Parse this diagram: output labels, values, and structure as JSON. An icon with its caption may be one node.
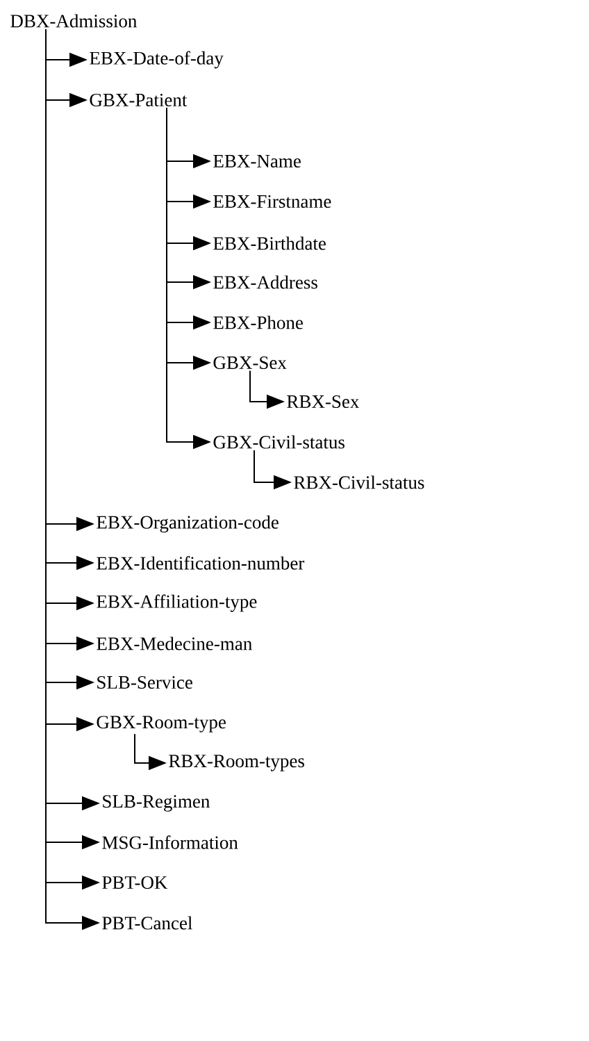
{
  "diagram": {
    "nodes": [
      {
        "text": [
          "DBX-Admission"
        ]
      },
      {
        "text": [
          "EBX-Date-of-day"
        ]
      },
      {
        "text": [
          "GBX-Patient"
        ]
      },
      {
        "text": [
          "EBX-Name"
        ]
      },
      {
        "text": [
          "EBX-Firstname"
        ]
      },
      {
        "text": [
          "EBX-Birthdate"
        ]
      },
      {
        "text": [
          "EBX-Address"
        ]
      },
      {
        "text": [
          "EBX-Phone"
        ]
      },
      {
        "text": [
          "GBX-Sex"
        ]
      },
      {
        "text": [
          "RBX-Sex"
        ]
      },
      {
        "text": [
          "GBX-Civil-status"
        ]
      },
      {
        "text": [
          "RBX-Civil-status"
        ]
      },
      {
        "text": [
          "EBX-Organization-code"
        ]
      },
      {
        "text": [
          "EBX-Identification-number"
        ]
      },
      {
        "text": [
          "EBX-Affiliation-type"
        ]
      },
      {
        "text": [
          "EBX-Medecine-man"
        ]
      },
      {
        "text": [
          "SLB-Service"
        ]
      },
      {
        "text": [
          "GBX-Room-type"
        ]
      },
      {
        "text": [
          "RBX-Room-types"
        ]
      },
      {
        "text": [
          "SLB-Regimen"
        ]
      },
      {
        "text": [
          "MSG-Information"
        ]
      },
      {
        "text": [
          "PBT-OK"
        ]
      },
      {
        "text": [
          "PBT-Cancel"
        ]
      }
    ],
    "edges": [
      {
        "from": 0,
        "to": 1,
        "arrow": "to"
      },
      {
        "from": 0,
        "to": 2,
        "arrow": "to"
      },
      {
        "from": 2,
        "to": 3,
        "arrow": "to"
      },
      {
        "from": 2,
        "to": 4,
        "arrow": "to"
      },
      {
        "from": 2,
        "to": 5,
        "arrow": "to"
      },
      {
        "from": 2,
        "to": 6,
        "arrow": "to"
      },
      {
        "from": 2,
        "to": 7,
        "arrow": "to"
      },
      {
        "from": 2,
        "to": 8,
        "arrow": "to"
      },
      {
        "from": 8,
        "to": 9,
        "arrow": "to"
      },
      {
        "from": 2,
        "to": 10,
        "arrow": "to"
      },
      {
        "from": 10,
        "to": 11,
        "arrow": "to"
      },
      {
        "from": 0,
        "to": 12,
        "arrow": "to"
      },
      {
        "from": 0,
        "to": 13,
        "arrow": "to"
      },
      {
        "from": 0,
        "to": 14,
        "arrow": "to"
      },
      {
        "from": 0,
        "to": 15,
        "arrow": "to"
      },
      {
        "from": 0,
        "to": 16,
        "arrow": "to"
      },
      {
        "from": 0,
        "to": 17,
        "arrow": "to"
      },
      {
        "from": 17,
        "to": 18,
        "arrow": "to"
      },
      {
        "from": 0,
        "to": 19,
        "arrow": "to"
      },
      {
        "from": 0,
        "to": 20,
        "arrow": "to"
      },
      {
        "from": 0,
        "to": 21,
        "arrow": "to"
      },
      {
        "from": 0,
        "to": 22,
        "arrow": "to"
      }
    ]
  }
}
